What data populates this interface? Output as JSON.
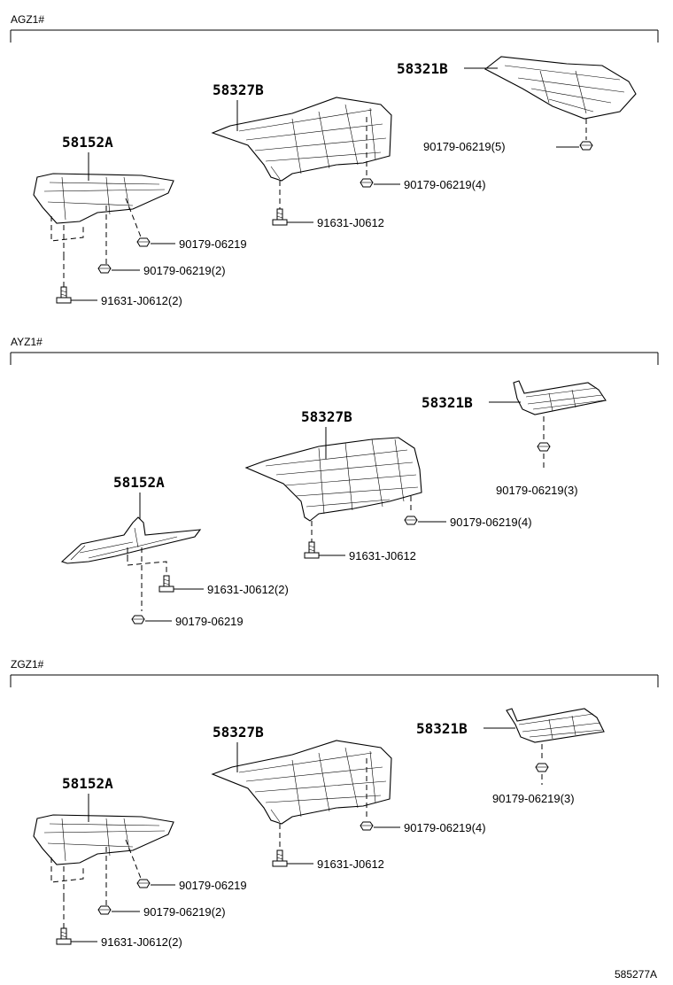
{
  "sections": [
    {
      "label": "AGZ1#",
      "parts": {
        "p58152": "58152A",
        "p58327": "58327B",
        "p58321": "58321B"
      },
      "fasteners": [
        "90179-06219(5)",
        "90179-06219(4)",
        "91631-J0612",
        "90179-06219",
        "90179-06219(2)",
        "91631-J0612(2)"
      ]
    },
    {
      "label": "AYZ1#",
      "parts": {
        "p58152": "58152A",
        "p58327": "58327B",
        "p58321": "58321B"
      },
      "fasteners": [
        "90179-06219(3)",
        "90179-06219(4)",
        "91631-J0612",
        "91631-J0612(2)",
        "90179-06219"
      ]
    },
    {
      "label": "ZGZ1#",
      "parts": {
        "p58152": "58152A",
        "p58327": "58327B",
        "p58321": "58321B"
      },
      "fasteners": [
        "90179-06219(3)",
        "90179-06219(4)",
        "91631-J0612",
        "90179-06219",
        "90179-06219(2)",
        "91631-J0612(2)"
      ]
    }
  ],
  "figure_code": "585277A"
}
